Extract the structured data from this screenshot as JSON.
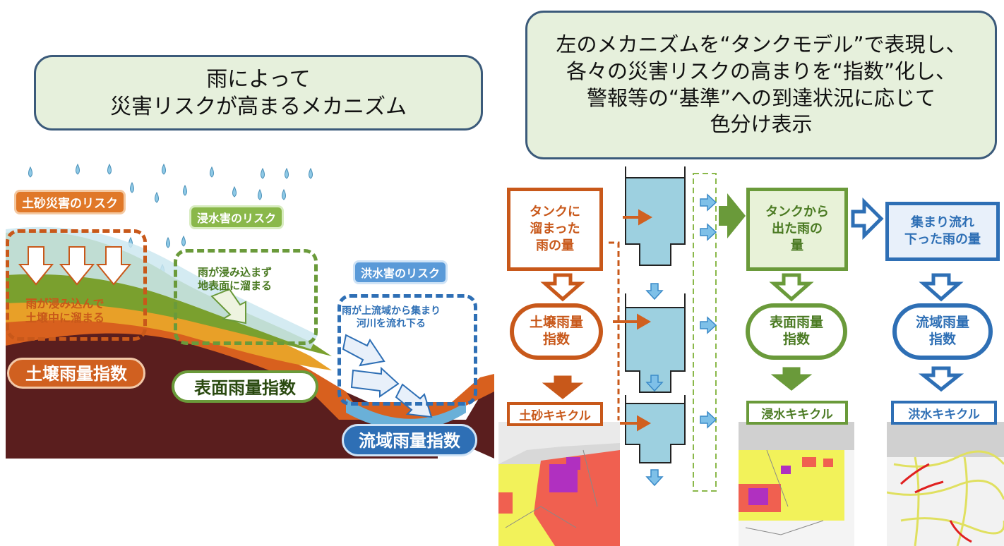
{
  "left_title": "雨によって\n災害リスクが高まるメカニズム",
  "right_title": "左のメカニズムを“タンクモデル”で表現し、\n各々の災害リスクの高まりを“指数”化し、\n警報等の“基準”への到達状況に応じて\n色分け表示",
  "scene": {
    "risk_landslide": "土砂災害のリスク",
    "risk_inundation": "浸水害のリスク",
    "risk_flood": "洪水害のリスク",
    "text_soil": "雨が浸み込んで\n土壌中に溜まる",
    "text_surface": "雨が浸み込まず\n地表面に溜まる",
    "text_river": "雨が上流域から集まり\n河川を流れ下る",
    "index_soil": "土壌雨量指数",
    "index_surface": "表面雨量指数",
    "index_basin": "流域雨量指数"
  },
  "flow": {
    "tank_stored": "タンクに\n溜まった\n雨の量",
    "tank_out": "タンクから\n出た雨の\n量",
    "gathered_flow": "集まり流れ\n下った雨の量",
    "soil_index": "土壌雨量\n指数",
    "surface_index": "表面雨量\n指数",
    "basin_index": "流域雨量\n指数",
    "map_landslide": "土砂キキクル",
    "map_inundation": "浸水キキクル",
    "map_flood": "洪水キキクル"
  },
  "colors": {
    "orange": "#c8581a",
    "green": "#6a9a3a",
    "blue": "#2e6fb5",
    "tank_water": "#9dd0e0",
    "title_bg": "#e6f0dc",
    "title_border": "#3b5a7a",
    "map_yellow": "#f2f25a",
    "map_red": "#f06050",
    "map_purple": "#b030c0"
  },
  "icons": [
    "raindrop-icon",
    "down-arrow-icon",
    "right-arrow-icon",
    "tank-icon"
  ]
}
